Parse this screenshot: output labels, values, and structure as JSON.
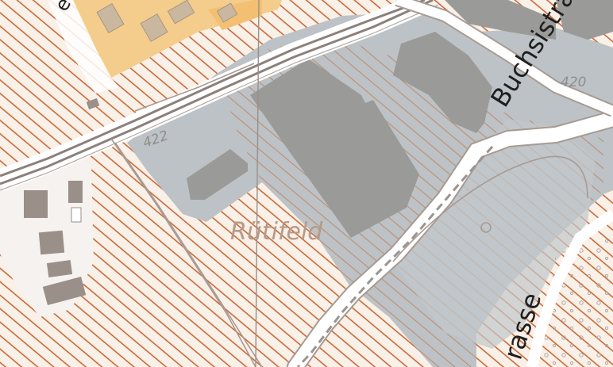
{
  "map": {
    "labels": {
      "street_top": "Buchsistra",
      "street_bottom": "rasse",
      "place": "Rütifeld",
      "elevation_left": "422",
      "elevation_right": "420",
      "corner_fragment": "e"
    },
    "colors": {
      "background": "#f7f2ec",
      "hatch": "#c96a3a",
      "industrial_zone": "#bcc2c6",
      "building": "#9a9a98",
      "residential": "#f4cd8c",
      "residential_building": "#c9b7a0",
      "road": "#ffffff",
      "road_edge": "#a89a92",
      "railway": "#8b807b"
    }
  }
}
